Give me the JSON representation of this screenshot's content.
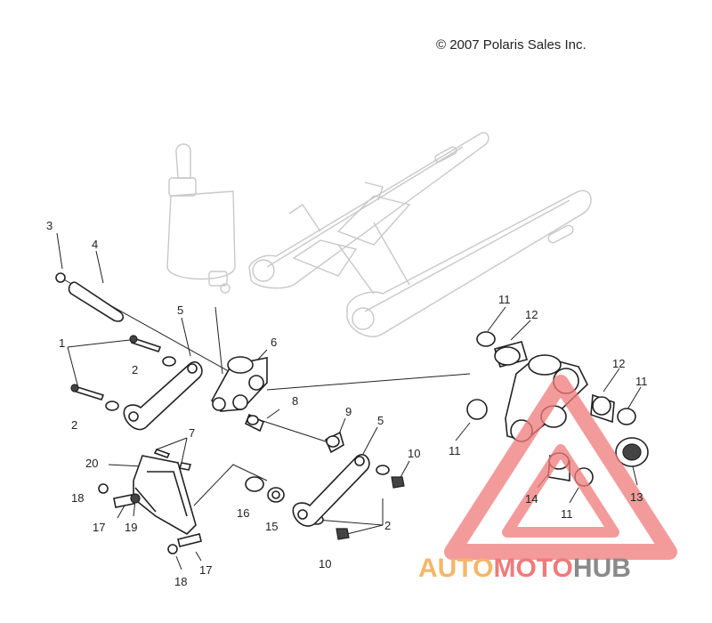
{
  "copyright": "© 2007 Polaris Sales Inc.",
  "callouts": [
    {
      "id": "c3",
      "label": "3"
    },
    {
      "id": "c4",
      "label": "4"
    },
    {
      "id": "c5a",
      "label": "5"
    },
    {
      "id": "c6",
      "label": "6"
    },
    {
      "id": "c1",
      "label": "1"
    },
    {
      "id": "c2a",
      "label": "2"
    },
    {
      "id": "c2b",
      "label": "2"
    },
    {
      "id": "c8",
      "label": "8"
    },
    {
      "id": "c9",
      "label": "9"
    },
    {
      "id": "c5b",
      "label": "5"
    },
    {
      "id": "c7",
      "label": "7"
    },
    {
      "id": "c20",
      "label": "20"
    },
    {
      "id": "c18a",
      "label": "18"
    },
    {
      "id": "c17a",
      "label": "17"
    },
    {
      "id": "c19",
      "label": "19"
    },
    {
      "id": "c16",
      "label": "16"
    },
    {
      "id": "c15",
      "label": "15"
    },
    {
      "id": "c2c",
      "label": "2"
    },
    {
      "id": "c10a",
      "label": "10"
    },
    {
      "id": "c10b",
      "label": "10"
    },
    {
      "id": "c17b",
      "label": "17"
    },
    {
      "id": "c18b",
      "label": "18"
    },
    {
      "id": "c11a",
      "label": "11"
    },
    {
      "id": "c12a",
      "label": "12"
    },
    {
      "id": "c12b",
      "label": "12"
    },
    {
      "id": "c11b",
      "label": "11"
    },
    {
      "id": "c11c",
      "label": "11"
    },
    {
      "id": "c14",
      "label": "14"
    },
    {
      "id": "c11d",
      "label": "11"
    },
    {
      "id": "c13",
      "label": "13"
    }
  ],
  "watermark": {
    "part1": "AUTO",
    "part2": "MOTO",
    "part3": "HUB",
    "color1": "#f5b66a",
    "color2": "#f07a7a",
    "color3": "#8a8a8a"
  }
}
